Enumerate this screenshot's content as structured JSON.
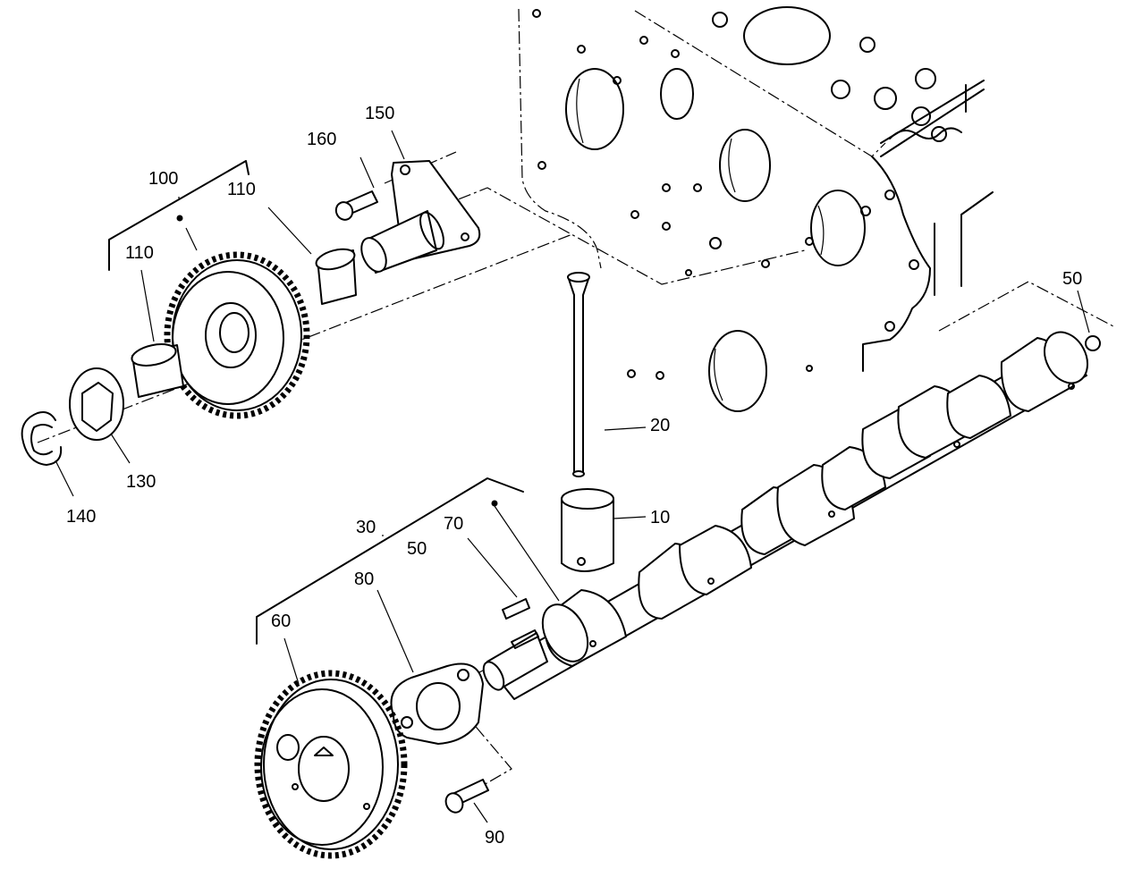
{
  "callouts": {
    "c10": "10",
    "c20": "20",
    "c30": "30",
    "c50a": "50",
    "c50b": "50",
    "c60": "60",
    "c70": "70",
    "c80": "80",
    "c90": "90",
    "c100": "100",
    "c110a": "110",
    "c110b": "110",
    "c130": "130",
    "c140": "140",
    "c150": "150",
    "c160": "160"
  }
}
